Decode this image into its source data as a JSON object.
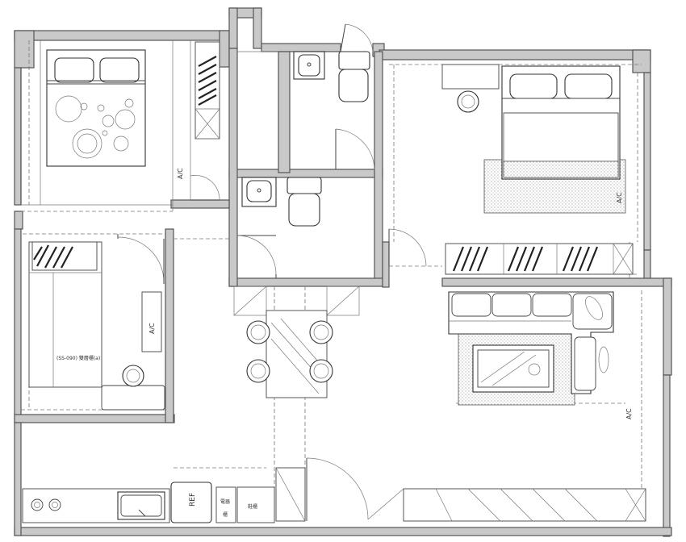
{
  "labels": {
    "ac": "A/C",
    "ref": "REF",
    "wardrobe_note": "(SS-090) 雙層櫃(a)",
    "cabinet_a": "電器",
    "cabinet_b": "櫃",
    "cabinet_c": "鞋櫃"
  },
  "colors": {
    "wall_fill": "#c9c9c9",
    "line": "#444444",
    "paper": "#ffffff"
  },
  "icons": [
    "bed-icon",
    "armchair-icon",
    "sink-icon",
    "toilet-icon",
    "sofa-icon",
    "coffee-table-icon",
    "dining-chair-icon",
    "stove-icon",
    "door-swing-icon",
    "wardrobe-hatch-icon"
  ]
}
